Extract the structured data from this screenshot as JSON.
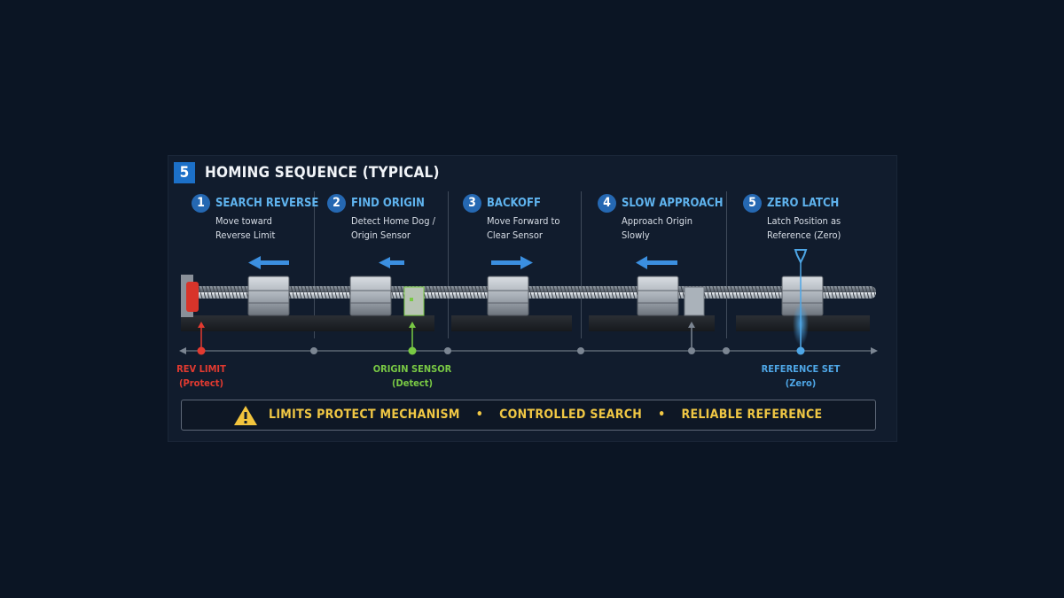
{
  "header": {
    "badge": "5",
    "title": "HOMING SEQUENCE (TYPICAL)"
  },
  "steps": [
    {
      "number": "1",
      "title": "SEARCH REVERSE",
      "desc": "Move toward\nReverse Limit",
      "direction": "left"
    },
    {
      "number": "2",
      "title": "FIND ORIGIN",
      "desc": "Detect Home Dog /\nOrigin Sensor",
      "direction": "left"
    },
    {
      "number": "3",
      "title": "BACKOFF",
      "desc": "Move Forward to\nClear Sensor",
      "direction": "right"
    },
    {
      "number": "4",
      "title": "SLOW APPROACH",
      "desc": "Approach Origin\nSlowly",
      "direction": "left"
    },
    {
      "number": "5",
      "title": "ZERO LATCH",
      "desc": "Latch Position as\nReference (Zero)",
      "direction": "none"
    }
  ],
  "markers": {
    "rev_limit": {
      "label": "REV LIMIT",
      "sub": "(Protect)"
    },
    "origin_sensor": {
      "label": "ORIGIN SENSOR",
      "sub": "(Detect)"
    },
    "reference_set": {
      "label": "REFERENCE SET",
      "sub": "(Zero)"
    }
  },
  "footer": {
    "items": [
      "LIMITS PROTECT MECHANISM",
      "CONTROLLED SEARCH",
      "RELIABLE REFERENCE"
    ],
    "separator": "•"
  },
  "colors": {
    "accent_blue": "#1c70c8",
    "step_title": "#5fb3ee",
    "rev_limit": "#e23a30",
    "origin_sensor": "#79c944",
    "reference_set": "#4ea6e6",
    "footer_text": "#f0c744"
  },
  "icons": {
    "warning": "warning-triangle-icon",
    "zero_latch": "latch-icon",
    "motion": "direction-arrow-icon"
  }
}
